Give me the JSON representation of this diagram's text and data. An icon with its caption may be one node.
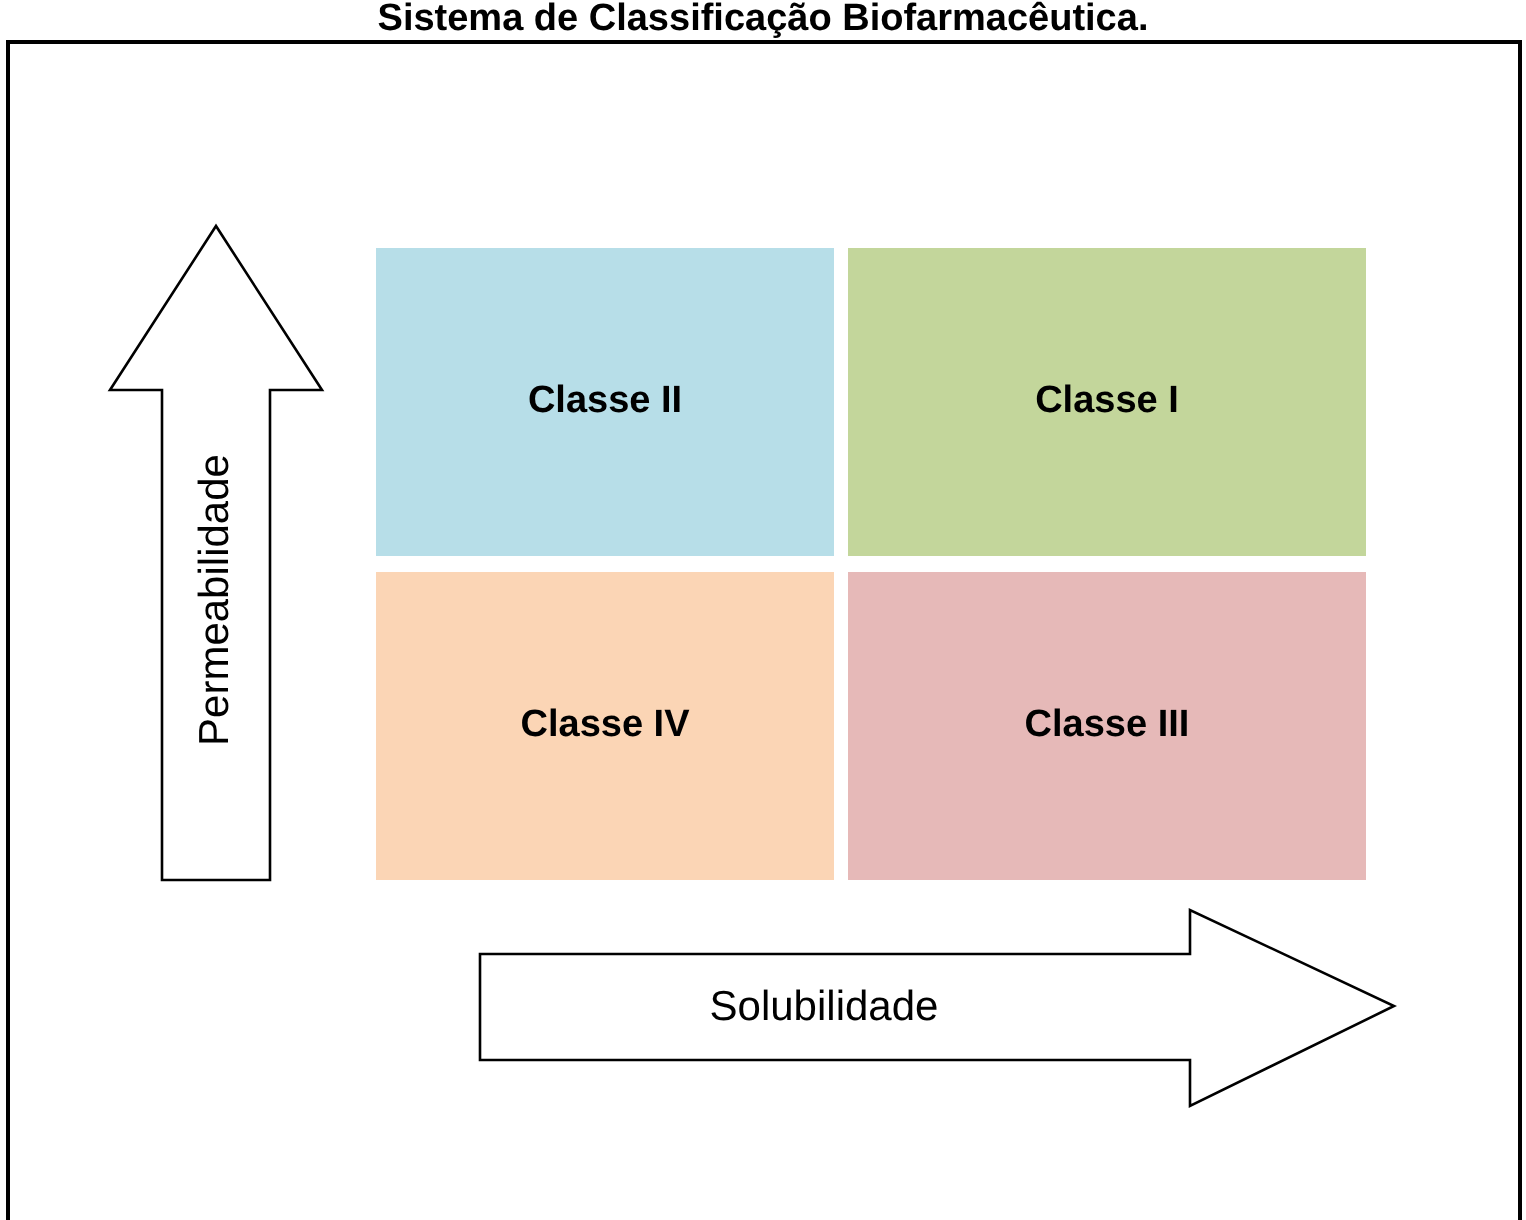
{
  "diagram": {
    "title": "Sistema de Classificação Biofarmacêutica.",
    "nodes": [
      {
        "text": [
          "Classe II"
        ]
      },
      {
        "text": [
          "Classe I"
        ]
      },
      {
        "text": [
          "Classe IV"
        ]
      },
      {
        "text": [
          "Classe III"
        ]
      }
    ],
    "labels": [
      "Permeabilidade",
      "Solubilidade"
    ]
  }
}
